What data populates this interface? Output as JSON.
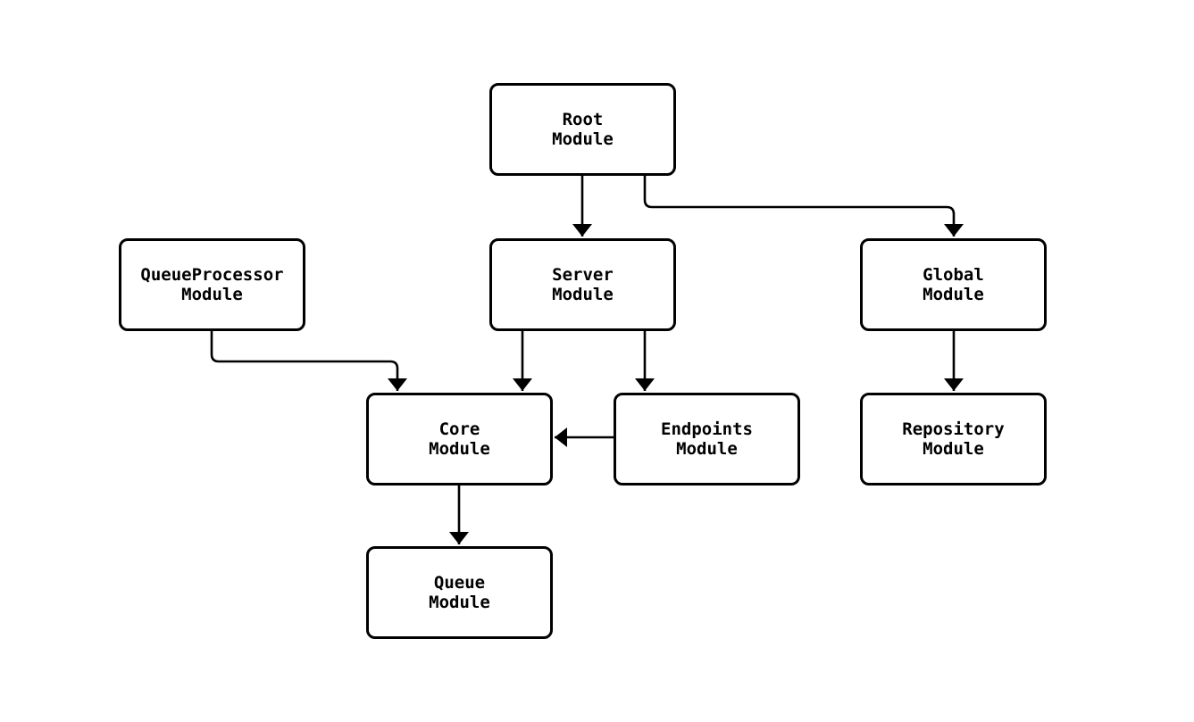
{
  "diagram_type": "module-dependency-flowchart",
  "colors": {
    "background": "#ffffff",
    "line": "#000000",
    "node_fill": "#ffffff",
    "node_border": "#000000",
    "text": "#000000"
  },
  "nodes": {
    "root": {
      "label": "Root\nModule"
    },
    "queueprocessor": {
      "label": "QueueProcessor\nModule"
    },
    "server": {
      "label": "Server\nModule"
    },
    "global": {
      "label": "Global\nModule"
    },
    "core": {
      "label": "Core\nModule"
    },
    "endpoints": {
      "label": "Endpoints\nModule"
    },
    "repository": {
      "label": "Repository\nModule"
    },
    "queue": {
      "label": "Queue\nModule"
    }
  },
  "edges": [
    {
      "from": "Root Module",
      "to": "Server Module"
    },
    {
      "from": "Root Module",
      "to": "Global Module"
    },
    {
      "from": "QueueProcessor Module",
      "to": "Core Module"
    },
    {
      "from": "Server Module",
      "to": "Core Module"
    },
    {
      "from": "Server Module",
      "to": "Endpoints Module"
    },
    {
      "from": "Endpoints Module",
      "to": "Core Module"
    },
    {
      "from": "Global Module",
      "to": "Repository Module"
    },
    {
      "from": "Core Module",
      "to": "Queue Module"
    }
  ]
}
